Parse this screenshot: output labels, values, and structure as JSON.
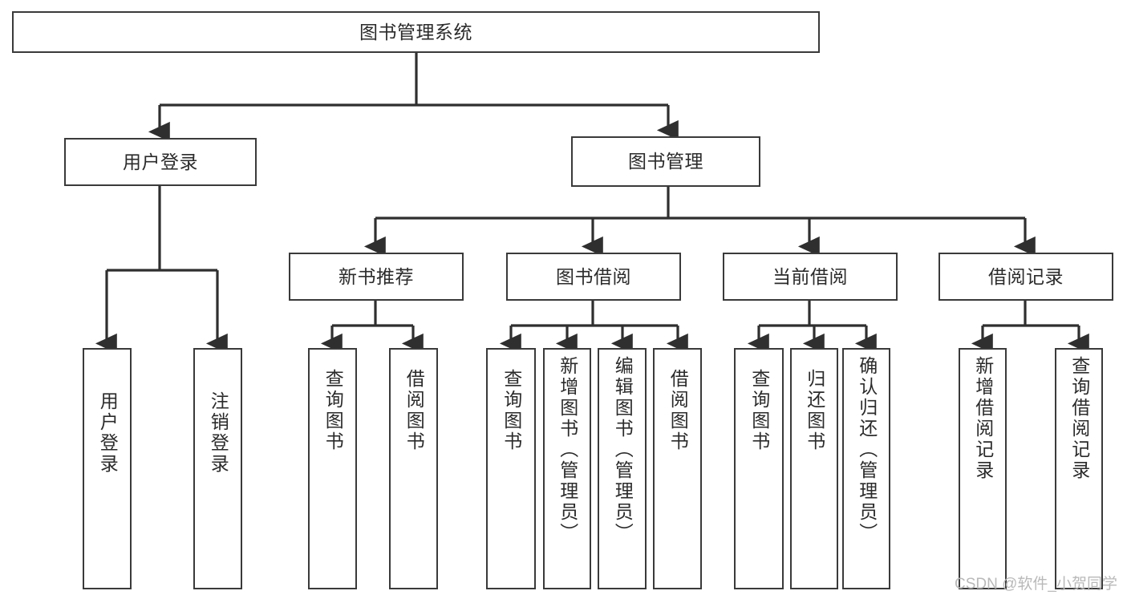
{
  "diagram": {
    "type": "tree-hierarchy-chart",
    "title": "图书管理系统",
    "orientation": "top-down",
    "colors": {
      "background": "#ffffff",
      "box_border": "#3a3a3a",
      "box_fill": "#ffffff",
      "connector": "#2f2f2f",
      "text": "#2b2b2b",
      "watermark": "#b9b9b9"
    },
    "root": {
      "label": "图书管理系统"
    },
    "level1": [
      {
        "label": "用户登录"
      },
      {
        "label": "图书管理"
      }
    ],
    "level2": [
      {
        "label": "新书推荐"
      },
      {
        "label": "图书借阅"
      },
      {
        "label": "当前借阅"
      },
      {
        "label": "借阅记录"
      }
    ],
    "leaves": {
      "user_login": [
        {
          "label": "用户登录"
        },
        {
          "label": "注销登录"
        }
      ],
      "new_book_recommend": [
        {
          "label": "查询图书"
        },
        {
          "label": "借阅图书"
        }
      ],
      "book_borrow": [
        {
          "label": "查询图书"
        },
        {
          "label": "新增图书（管理员）"
        },
        {
          "label": "编辑图书（管理员）"
        },
        {
          "label": "借阅图书"
        }
      ],
      "current_borrow": [
        {
          "label": "查询图书"
        },
        {
          "label": "归还图书"
        },
        {
          "label": "确认归还（管理员）"
        }
      ],
      "borrow_record": [
        {
          "label": "新增借阅记录"
        },
        {
          "label": "查询借阅记录"
        }
      ]
    }
  },
  "watermark": {
    "text": "CSDN @软件_小贺同学"
  }
}
